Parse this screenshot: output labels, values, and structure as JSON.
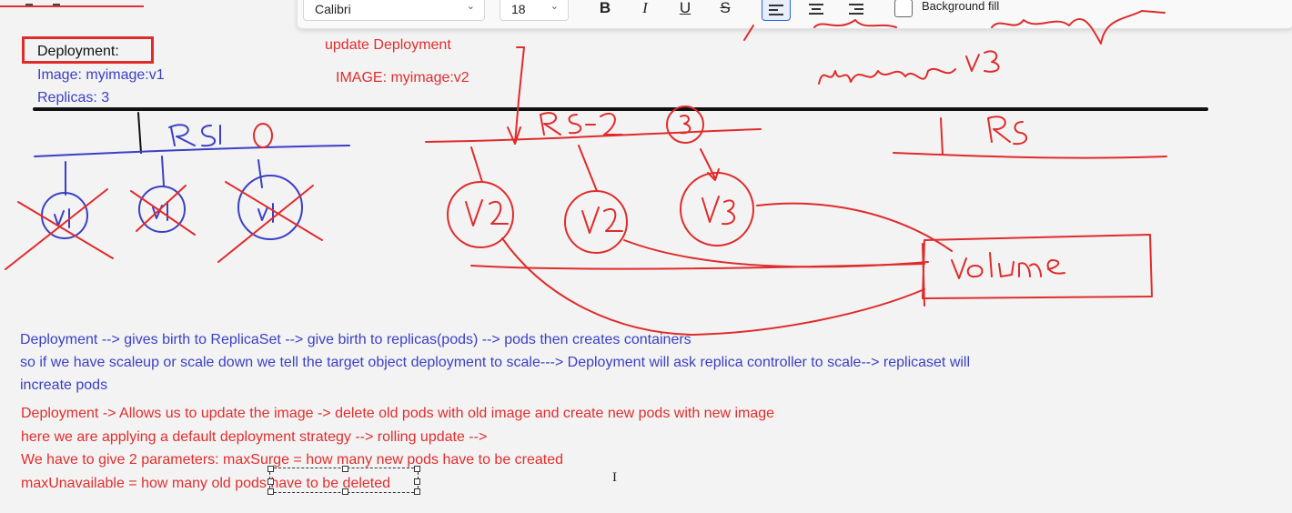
{
  "toolbar": {
    "font_name": "Calibri",
    "font_size": "18",
    "bold_glyph": "B",
    "italic_glyph": "I",
    "underline_glyph": "U",
    "strike_glyph": "S",
    "background_fill_label": "Background fill",
    "background_fill_checked": false
  },
  "header_note": {
    "deployment_label": "Deployment:",
    "image_line": "Image: myimage:v1",
    "replicas_line": "Replicas: 3",
    "update_label": "update Deployment",
    "image_v2_line": "IMAGE: myimage:v2"
  },
  "sketch_labels": {
    "rs1": "RS 1",
    "rs1_count": "0",
    "rs2": "RS-2",
    "rs2_count": "3",
    "rs3": "RS",
    "pod_v1": "v1",
    "pod_v2": "V2",
    "volume": "volume",
    "handwritten_top": "Deployment",
    "handwritten_myimage": "myimage v3"
  },
  "blue_paragraph": [
    "Deployment --> gives birth to ReplicaSet --> give birth to replicas(pods) --> pods then creates containers",
    "so if we have scaleup or scale down we tell the target object deployment to scale---> Deployment will ask replica controller to scale--> replicaset will",
    "increate pods"
  ],
  "red_paragraph": [
    "Deployment -> Allows us to update the image -> delete old pods with old image and create new pods with new image",
    "here we are applying a default deployment strategy --> rolling update -->",
    "We have to give 2 parameters: maxSurge = how many new pods have to be created",
    "maxUnavailable = how many old pods have to be deleted"
  ],
  "colors": {
    "ink_red": "#e02b2b",
    "ink_blue": "#3b3fc6",
    "ink_black": "#111111",
    "canvas_bg": "#f3f3f3"
  }
}
